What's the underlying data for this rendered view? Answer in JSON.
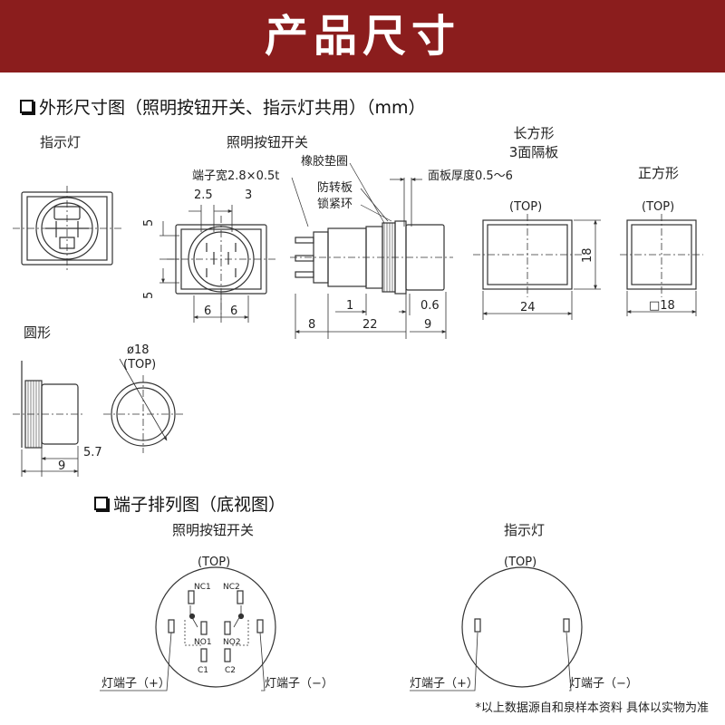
{
  "banner": {
    "title": "产品尺寸",
    "color": "#8b1d1d"
  },
  "section1": {
    "title": "外形尺寸图（照明按钮开关、指示灯共用）（mm）",
    "indicator_caption": "指示灯",
    "switch_caption": "照明按钮开关",
    "rect_caption_line1": "长方形",
    "rect_caption_line2": "3面隔板",
    "square_caption": "正方形",
    "round_caption": "圆形",
    "callouts": {
      "terminal_width": "端子宽2.8×0.5t",
      "rubber_gasket": "橡胶垫圈",
      "anti_rotation": "防转板",
      "lock_ring": "锁紧环",
      "panel_thickness": "面板厚度0.5～6"
    },
    "top_label": "(TOP)",
    "dims": {
      "d2_5": "2.5",
      "d3": "3",
      "d5a": "5",
      "d5b": "5",
      "d6a": "6",
      "d6b": "6",
      "d8": "8",
      "d1": "1",
      "d22": "22",
      "d0_6": "0.6",
      "d9": "9",
      "d24": "24",
      "d18": "18",
      "sq18": "□18",
      "phi18": "ø18",
      "d5_7": "5.7",
      "d9b": "9"
    }
  },
  "section2": {
    "title": "端子排列图（底视图）",
    "switch_caption": "照明按钮开关",
    "indicator_caption": "指示灯",
    "top_label": "(TOP)",
    "pins": {
      "nc1": "NC1",
      "nc2": "NC2",
      "no1": "NO1",
      "no2": "NO2",
      "c1": "C1",
      "c2": "C2"
    },
    "lamp_plus": "灯端子（+）",
    "lamp_minus": "灯端子（−）"
  },
  "footnote": "*以上数据源自和泉样本资料 具体以实物为准"
}
